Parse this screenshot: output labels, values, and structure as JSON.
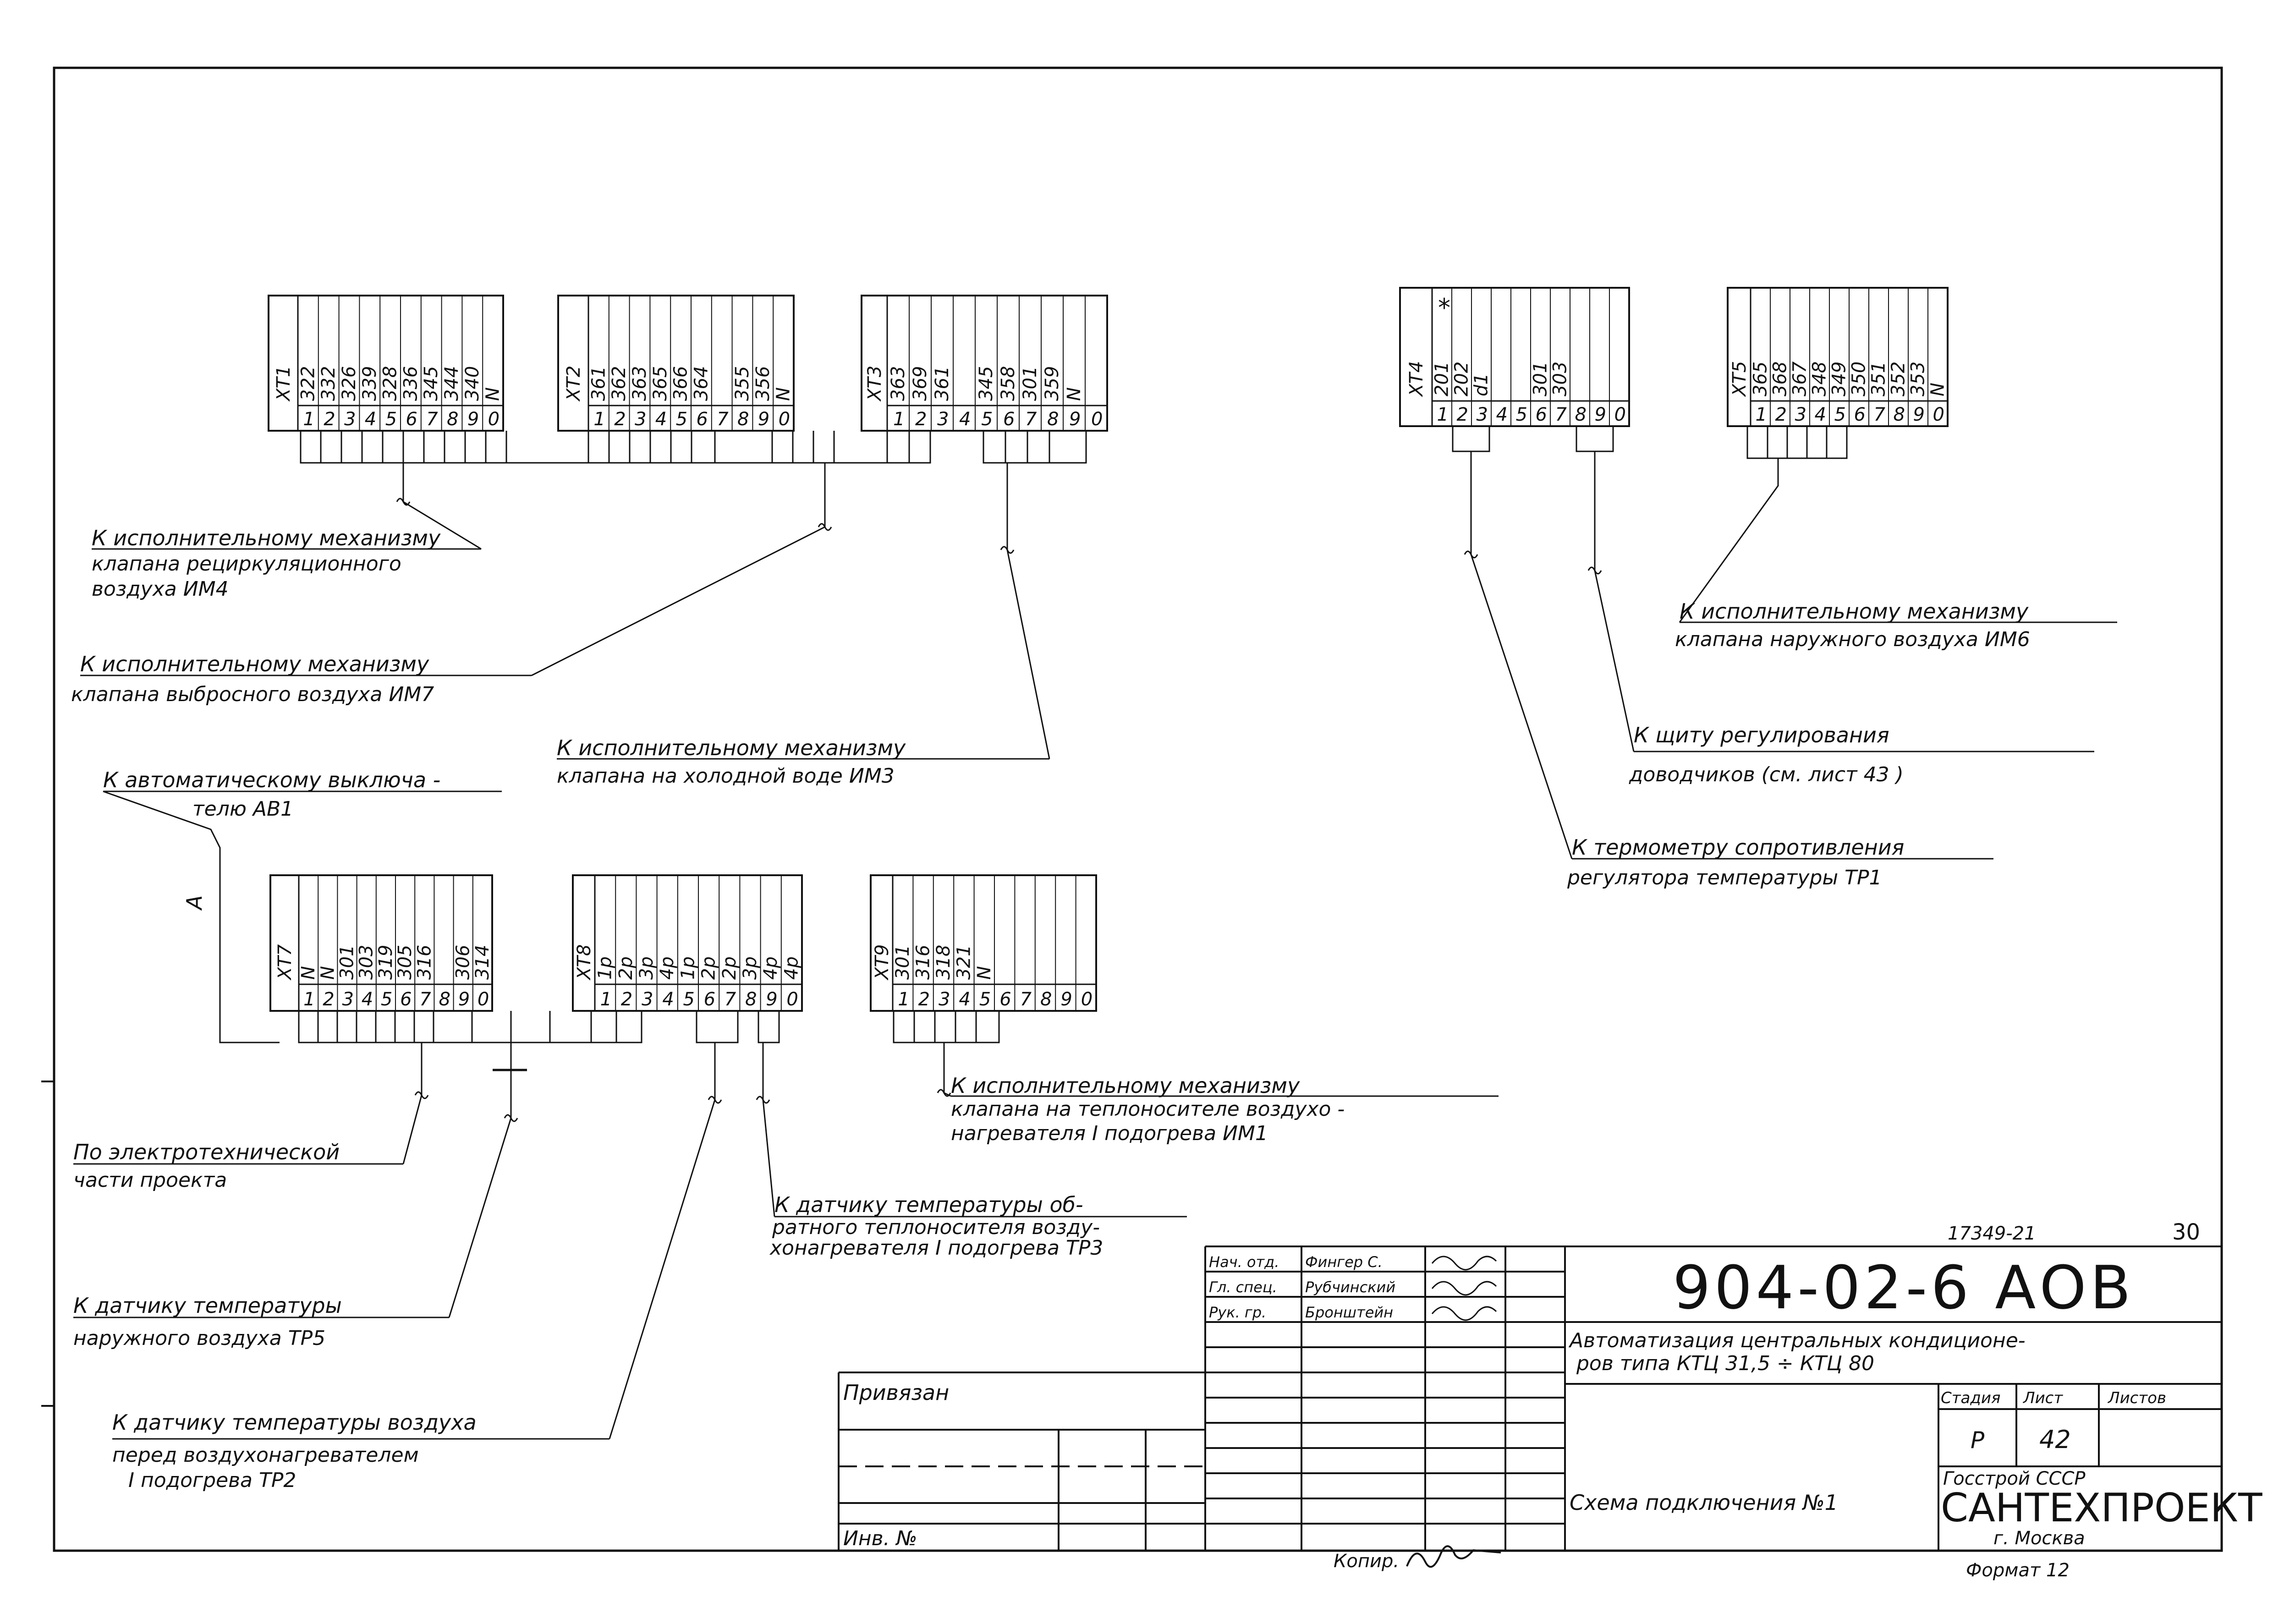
{
  "blocks": [
    {
      "id": "upper-left",
      "strips": [
        {
          "name": "XT1",
          "wires": [
            "322",
            "332",
            "326",
            "339",
            "328",
            "336",
            "345",
            "344",
            "340",
            "N"
          ]
        },
        {
          "name": "XT2",
          "wires": [
            "361",
            "362",
            "363",
            "365",
            "366",
            "364",
            "",
            "355",
            "356",
            "N"
          ]
        },
        {
          "name": "XT3",
          "wires": [
            "363",
            "369",
            "361",
            "",
            "345",
            "358",
            "301",
            "359",
            "N",
            ""
          ]
        }
      ]
    },
    {
      "id": "upper-right",
      "strips": [
        {
          "name": "XT4",
          "wires": [
            "201",
            "202",
            "d1",
            "",
            "",
            "301",
            "303",
            "",
            "",
            ""
          ]
        },
        {
          "name": "XT5",
          "wires": [
            "365",
            "368",
            "367",
            "348",
            "349",
            "350",
            "351",
            "352",
            "353",
            "N"
          ]
        }
      ]
    },
    {
      "id": "lower",
      "strips": [
        {
          "name": "XT7",
          "wires": [
            "N",
            "N",
            "301",
            "303",
            "319",
            "305",
            "316",
            "",
            "306",
            "314"
          ]
        },
        {
          "name": "XT8",
          "wires": [
            "1p",
            "2p",
            "3p",
            "4p",
            "1p",
            "2p",
            "2p",
            "3p",
            "4p",
            "4p"
          ]
        },
        {
          "name": "XT9",
          "wires": [
            "301",
            "316",
            "318",
            "321",
            "N",
            "",
            "",
            "",
            "",
            ""
          ]
        }
      ]
    }
  ],
  "terminal_numbers": [
    "1",
    "2",
    "3",
    "4",
    "5",
    "6",
    "7",
    "8",
    "9",
    "0"
  ],
  "star_mark": "*",
  "labels": {
    "im4_1": "К исполнительному механизму",
    "im4_2": "клапана рециркуляционного",
    "im4_3": "воздуха ИМ4",
    "im7_1": "К исполнительному механизму",
    "im7_2": "клапана выбросного воздуха ИМ7",
    "im3_1": "К исполнительному механизму",
    "im3_2": "клапана на холодной воде ИМ3",
    "av1_1": "К автоматическому выключа -",
    "av1_2": "телю АВ1",
    "a_mark": "А",
    "im6_1": "К исполнительному механизму",
    "im6_2": "клапана наружного воздуха ИМ6",
    "shchit_1": "К щиту регулирования",
    "shchit_2": "доводчиков (см. лист 43     )",
    "tr1_1": "К термометру сопротивления",
    "tr1_2": "регулятора температуры ТР1",
    "im1_1": "К исполнительному механизму",
    "im1_2": "клапана на теплоносителе воздухо -",
    "im1_3": "нагревателя I подогрева ИМ1",
    "el_1": "По электротехнической",
    "el_2": "части проекта",
    "tr3_1": "К датчику температуры об-",
    "tr3_2": "ратного теплоносителя возду-",
    "tr3_3": "хонагревателя I подогрева ТР3",
    "tr5_1": "К датчику температуры",
    "tr5_2": "наружного воздуха ТР5",
    "tr2_1": "К датчику температуры воздуха",
    "tr2_2": "перед воздухонагревателем",
    "tr2_3": "I подогрева ТР2"
  },
  "title_block": {
    "sheet_code": "17349-21",
    "corner_number": "30",
    "doc_number": "904-02-6 АОВ",
    "title_1": "Автоматизация центральных кондиционе-",
    "title_2": "ров типа КТЦ 31,5 ÷ КТЦ 80",
    "sheet_title": "Схема подключения №1",
    "stage_hdr": "Стадия",
    "sheet_hdr": "Лист",
    "sheets_hdr": "Листов",
    "stage_val": "Р",
    "sheet_val": "42",
    "org_1": "Госстрой   СССР",
    "org_2": "САНТЕХПРОЕКТ",
    "org_3": "г. Москва",
    "format": "Формат 12",
    "copy_label": "Копир.",
    "privyazan": "Привязан",
    "inv_no": "Инв. №",
    "roles": [
      {
        "role": "Нач. отд.",
        "name": "Фингер С."
      },
      {
        "role": "Гл. спец.",
        "name": "Рубчинский"
      },
      {
        "role": "Рук. гр.",
        "name": "Бронштейн"
      }
    ]
  }
}
